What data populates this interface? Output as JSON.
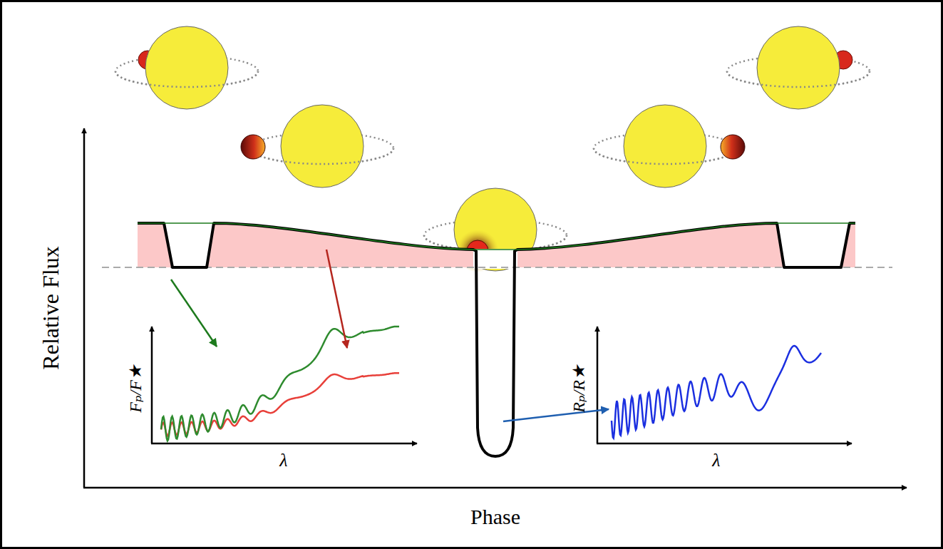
{
  "diagram": {
    "labels": [
      "Relative Flux",
      "Phase",
      "Fₚ/F★",
      "λ",
      "Rₚ/R★",
      "λ"
    ]
  }
}
